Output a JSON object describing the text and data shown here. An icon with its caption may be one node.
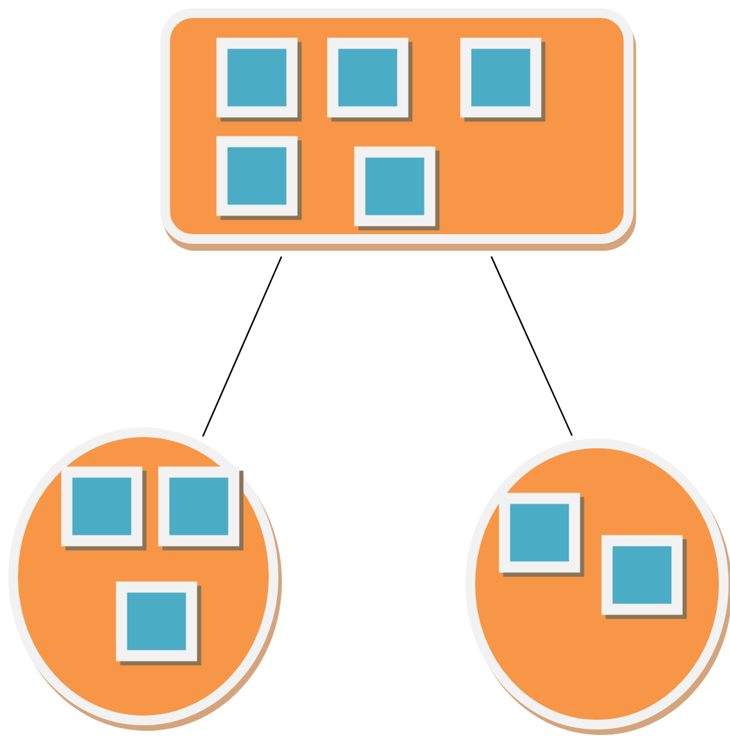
{
  "diagram": {
    "nodes": [
      {
        "text": [],
        "shape": "box"
      },
      {
        "text": [],
        "shape": "box",
        "in": 0
      },
      {
        "text": [],
        "shape": "box",
        "in": 0
      },
      {
        "text": [],
        "shape": "box",
        "in": 0
      },
      {
        "text": [],
        "shape": "box",
        "in": 0
      },
      {
        "text": [],
        "shape": "box",
        "in": 0
      },
      {
        "text": [],
        "shape": "circle"
      },
      {
        "text": [],
        "shape": "box",
        "in": 6
      },
      {
        "text": [],
        "shape": "box",
        "in": 6
      },
      {
        "text": [],
        "shape": "box",
        "in": 6
      },
      {
        "text": [],
        "shape": "circle"
      },
      {
        "text": [],
        "shape": "box",
        "in": 10
      },
      {
        "text": [],
        "shape": "box",
        "in": 10
      }
    ],
    "edges": [
      {
        "from": 0,
        "to": 6,
        "arrow": "none"
      },
      {
        "from": 0,
        "to": 10,
        "arrow": "none"
      }
    ]
  }
}
